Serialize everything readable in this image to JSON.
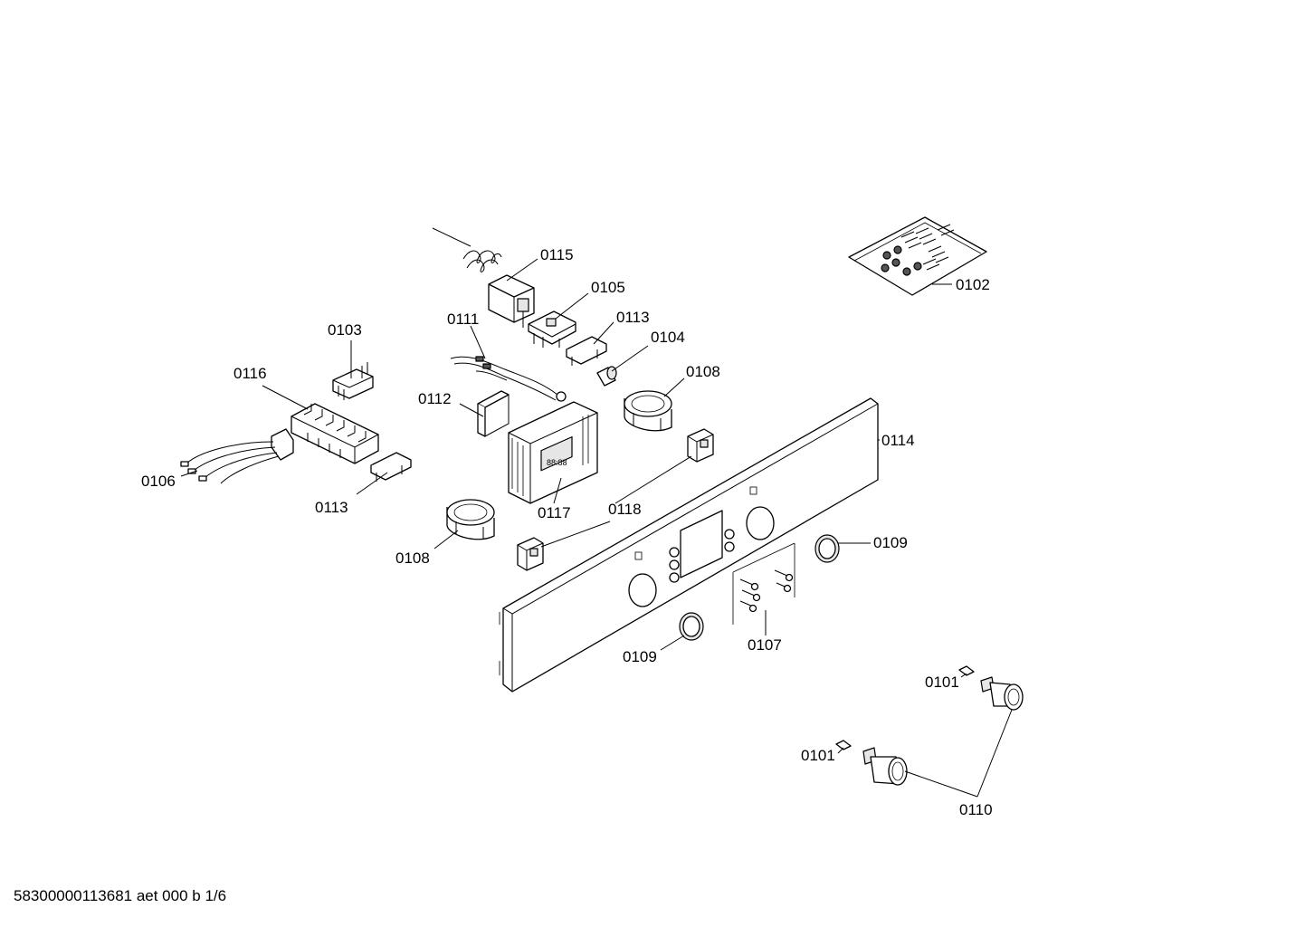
{
  "labels": {
    "l0115": "0115",
    "l0105": "0105",
    "l0113a": "0113",
    "l0111": "0111",
    "l0104": "0104",
    "l0103": "0103",
    "l0108a": "0108",
    "l0116": "0116",
    "l0112": "0112",
    "l0114": "0114",
    "l0106": "0106",
    "l0113b": "0113",
    "l0117": "0117",
    "l0118": "0118",
    "l0108b": "0108",
    "l0109a": "0109",
    "l0109b": "0109",
    "l0107": "0107",
    "l0101a": "0101",
    "l0101b": "0101",
    "l0110": "0110",
    "l0102": "0102"
  },
  "footer": "58300000113681 aet 000 b 1/6"
}
